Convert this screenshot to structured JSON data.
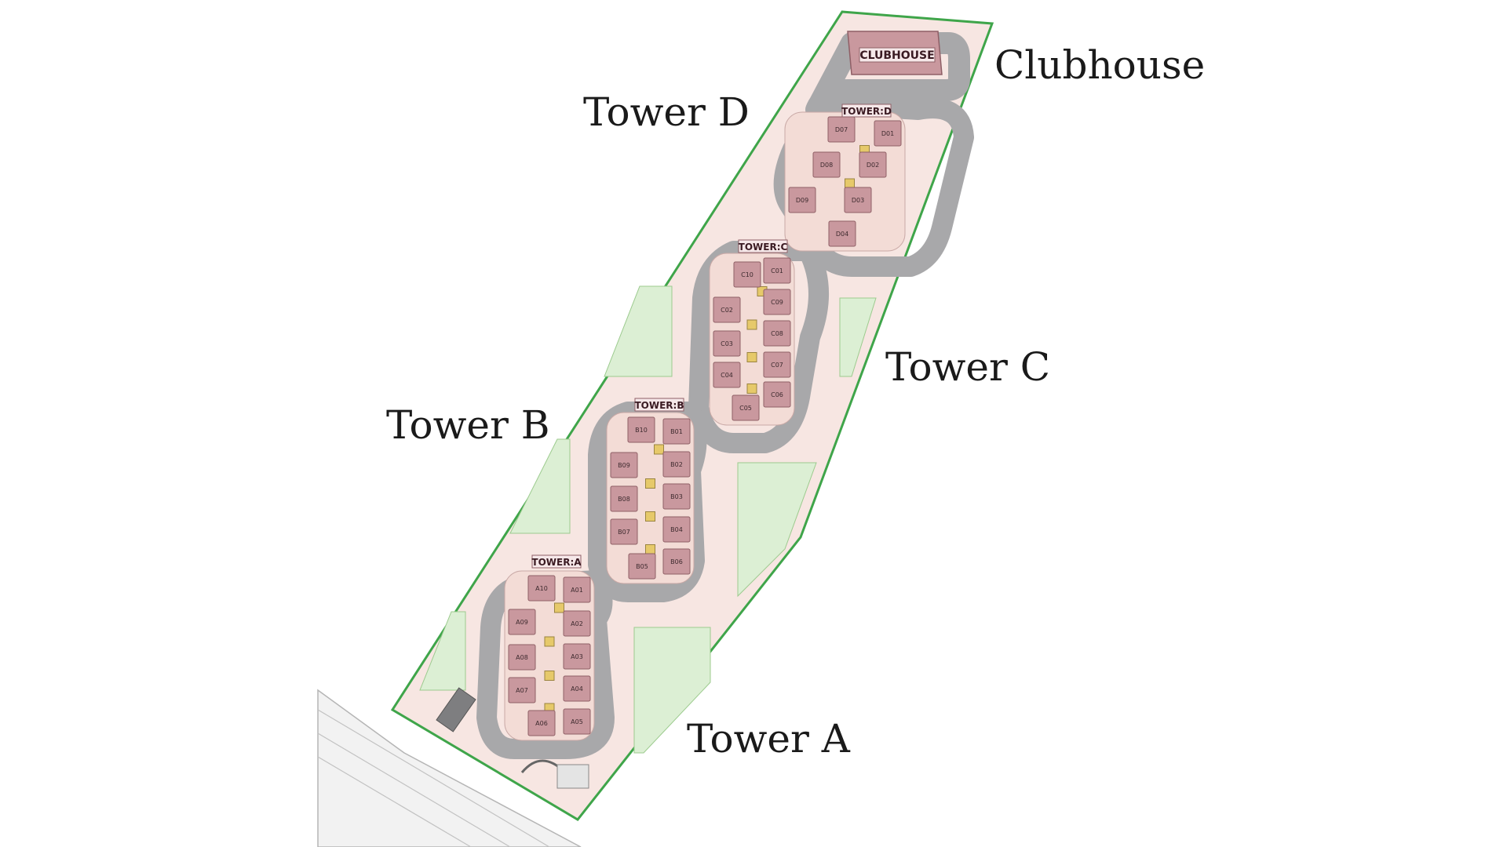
{
  "callouts": {
    "clubhouse": "Clubhouse",
    "tower_d": "Tower D",
    "tower_c": "Tower C",
    "tower_b": "Tower B",
    "tower_a": "Tower A"
  },
  "plan": {
    "clubhouse_label": "CLUBHOUSE",
    "towers": [
      {
        "id": "d",
        "tag": "TOWER:D",
        "units": [
          "D07",
          "D01",
          "D08",
          "D02",
          "D09",
          "D03",
          "D04"
        ]
      },
      {
        "id": "c",
        "tag": "TOWER:C",
        "units": [
          "C10",
          "C01",
          "C02",
          "C09",
          "C03",
          "C08",
          "C04",
          "C07",
          "C05",
          "C06"
        ]
      },
      {
        "id": "b",
        "tag": "TOWER:B",
        "units": [
          "B10",
          "B01",
          "B09",
          "B02",
          "B08",
          "B03",
          "B07",
          "B04",
          "B05",
          "B06"
        ]
      },
      {
        "id": "a",
        "tag": "TOWER:A",
        "units": [
          "A10",
          "A01",
          "A09",
          "A02",
          "A08",
          "A03",
          "A07",
          "A04",
          "A06",
          "A05"
        ]
      }
    ]
  },
  "colors": {
    "site_fill": "#f7e6e2",
    "boundary": "#3fa54a",
    "green_area": "#dcefd4",
    "road": "#a8a8aa",
    "unit_fill": "#c9989e",
    "unit_stroke": "#8f5f66",
    "core_fill": "#e6c96a",
    "background": "#ffffff"
  }
}
